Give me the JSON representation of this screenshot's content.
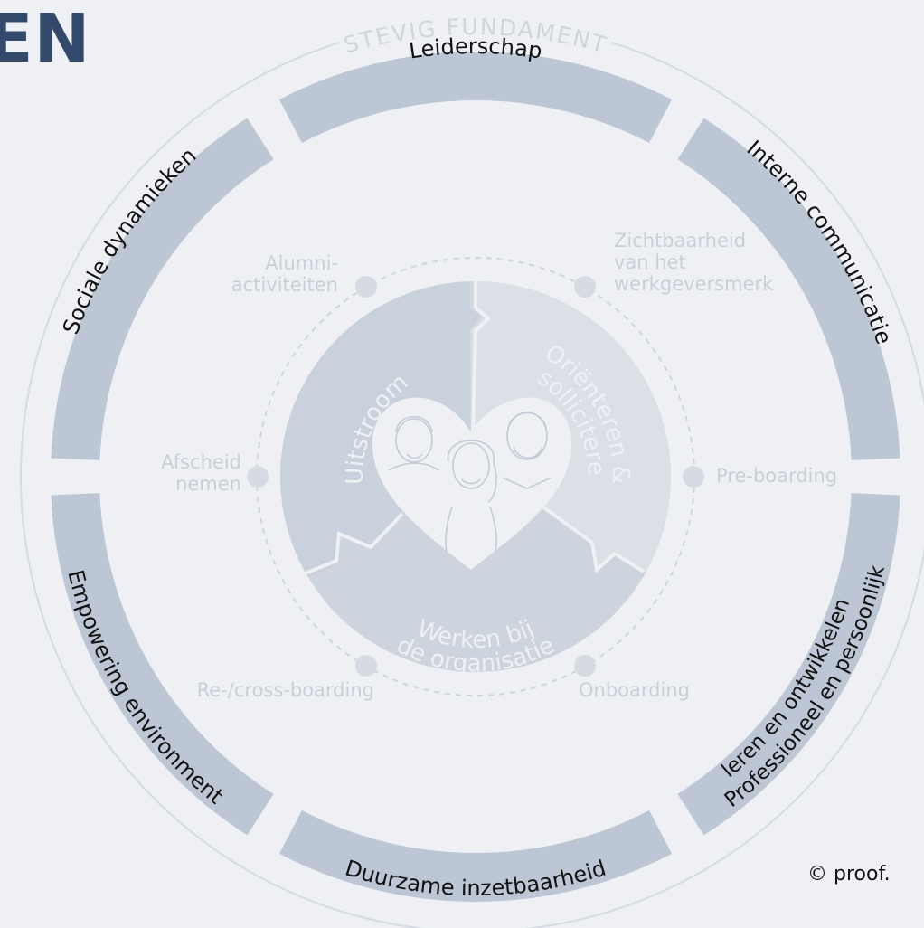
{
  "heading_fragment": "EN",
  "outer_ring_label": "STEVIG FUNDAMENT",
  "segments": [
    {
      "id": "leiderschap",
      "label": "Leiderschap"
    },
    {
      "id": "interne-communicatie",
      "label": "Interne communicatie"
    },
    {
      "id": "professioneel",
      "label_line1": "Professioneel en persoonlijk",
      "label_line2": "leren en ontwikkelen"
    },
    {
      "id": "duurzame",
      "label": "Duurzame inzetbaarheid"
    },
    {
      "id": "empowering",
      "label": "Empowering environment"
    },
    {
      "id": "sociale",
      "label": "Sociale dynamieken"
    }
  ],
  "phases": {
    "uitstroom": "Uitstroom",
    "orienteren_line1": "Oriënteren &",
    "orienteren_line2": "solliciteren",
    "werken_line1": "Werken bij",
    "werken_line2": "de organisatie"
  },
  "touchpoints": {
    "alumni_line1": "Alumni-",
    "alumni_line2": "activiteiten",
    "zichtbaarheid_line1": "Zichtbaarheid",
    "zichtbaarheid_line2": "van het",
    "zichtbaarheid_line3": "werkgeversmerk",
    "preboarding": "Pre-boarding",
    "onboarding": "Onboarding",
    "recross": "Re-/cross-boarding",
    "afscheid_line1": "Afscheid",
    "afscheid_line2": "nemen"
  },
  "copyright": "© proof.",
  "colors": {
    "background": "#eef0f4",
    "segment_fill": "#bcc6d4",
    "segment_text": "#111111",
    "inner_circle": "#d3d9e2",
    "faint_text": "#c9cfd8",
    "heading": "#33496b"
  }
}
